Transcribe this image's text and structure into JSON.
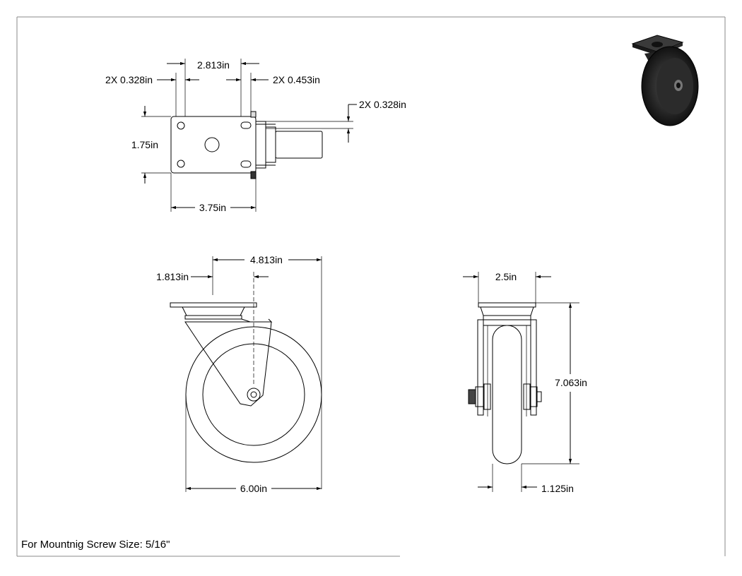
{
  "drawing": {
    "note": "For Mountnig Screw Size: 5/16\"",
    "top_view": {
      "dim_hole_left": "2X 0.328in",
      "dim_hole_spacing": "2.813in",
      "dim_slot": "2X 0.453in",
      "dim_hole_vertical": "2X 0.328in",
      "dim_height": "1.75in",
      "dim_width": "3.75in"
    },
    "side_view": {
      "dim_offset": "1.813in",
      "dim_length": "4.813in",
      "dim_wheel_diameter": "6.00in"
    },
    "front_view": {
      "dim_plate_width": "2.5in",
      "dim_overall_height": "7.063in",
      "dim_wheel_width": "1.125in"
    }
  }
}
